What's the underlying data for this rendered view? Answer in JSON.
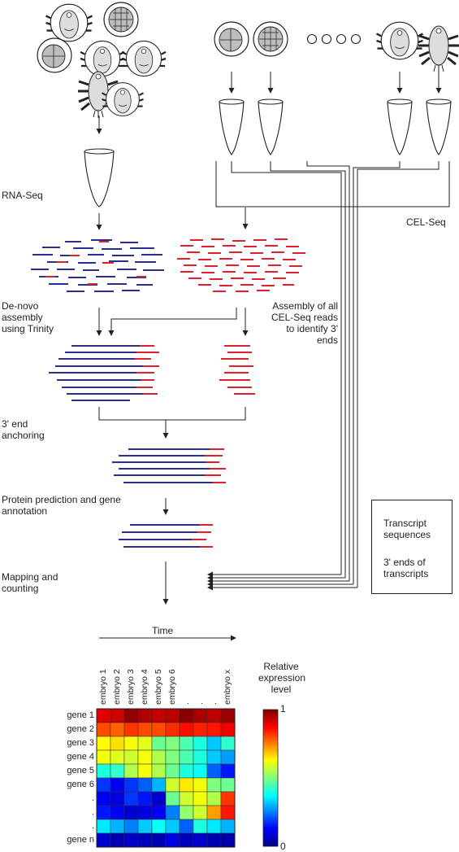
{
  "labels": {
    "rna_seq": "RNA-Seq",
    "cel_seq": "CEL-Seq",
    "de_novo": [
      "De-novo",
      "assembly",
      "using Trinity"
    ],
    "assembly_cel": [
      "Assembly of all",
      "CEL-Seq reads",
      "to identify 3'",
      "ends"
    ],
    "anchoring": [
      "3' end",
      "anchoring"
    ],
    "protein": [
      "Protein prediction and gene",
      "annotation"
    ],
    "mapping": [
      "Mapping and",
      "counting"
    ],
    "time": "Time",
    "relative": [
      "Relative",
      "expression",
      "level"
    ],
    "scale_max": "1",
    "scale_min": "0"
  },
  "legend": {
    "transcript": [
      "Transcript",
      "sequences"
    ],
    "ends": [
      "3' ends of",
      "transcripts"
    ]
  },
  "colors": {
    "transcript": "#2b2f8f",
    "end": "#e0202a",
    "line": "#222222"
  },
  "embryos": [
    "embryo 1",
    "embryo 2",
    "embryo 3",
    "embryo 4",
    "embryo 5",
    "embryo 6",
    ".",
    ".",
    ".",
    "embryo x"
  ],
  "genes": [
    "gene 1",
    "gene 2",
    "gene 3",
    "gene 4",
    "gene 5",
    "gene 6",
    ".",
    ".",
    ".",
    "gene n"
  ],
  "heatmap": [
    [
      0.9,
      0.92,
      0.98,
      0.95,
      0.93,
      0.94,
      0.99,
      0.96,
      0.94,
      0.97
    ],
    [
      0.8,
      0.78,
      0.82,
      0.8,
      0.8,
      0.83,
      0.86,
      0.84,
      0.85,
      0.88
    ],
    [
      0.63,
      0.66,
      0.62,
      0.6,
      0.48,
      0.5,
      0.45,
      0.4,
      0.32,
      0.42
    ],
    [
      0.62,
      0.6,
      0.58,
      0.62,
      0.55,
      0.5,
      0.45,
      0.4,
      0.32,
      0.28
    ],
    [
      0.4,
      0.42,
      0.55,
      0.62,
      0.55,
      0.48,
      0.4,
      0.38,
      0.22,
      0.15
    ],
    [
      0.18,
      0.12,
      0.18,
      0.22,
      0.3,
      0.58,
      0.65,
      0.62,
      0.5,
      0.48
    ],
    [
      0.12,
      0.1,
      0.18,
      0.15,
      0.08,
      0.48,
      0.58,
      0.62,
      0.55,
      0.82
    ],
    [
      0.15,
      0.12,
      0.08,
      0.1,
      0.12,
      0.25,
      0.52,
      0.58,
      0.72,
      0.85
    ],
    [
      0.35,
      0.3,
      0.25,
      0.32,
      0.38,
      0.32,
      0.22,
      0.4,
      0.35,
      0.3
    ],
    [
      0.08,
      0.05,
      0.07,
      0.06,
      0.05,
      0.1,
      0.06,
      0.08,
      0.05,
      0.04
    ]
  ]
}
